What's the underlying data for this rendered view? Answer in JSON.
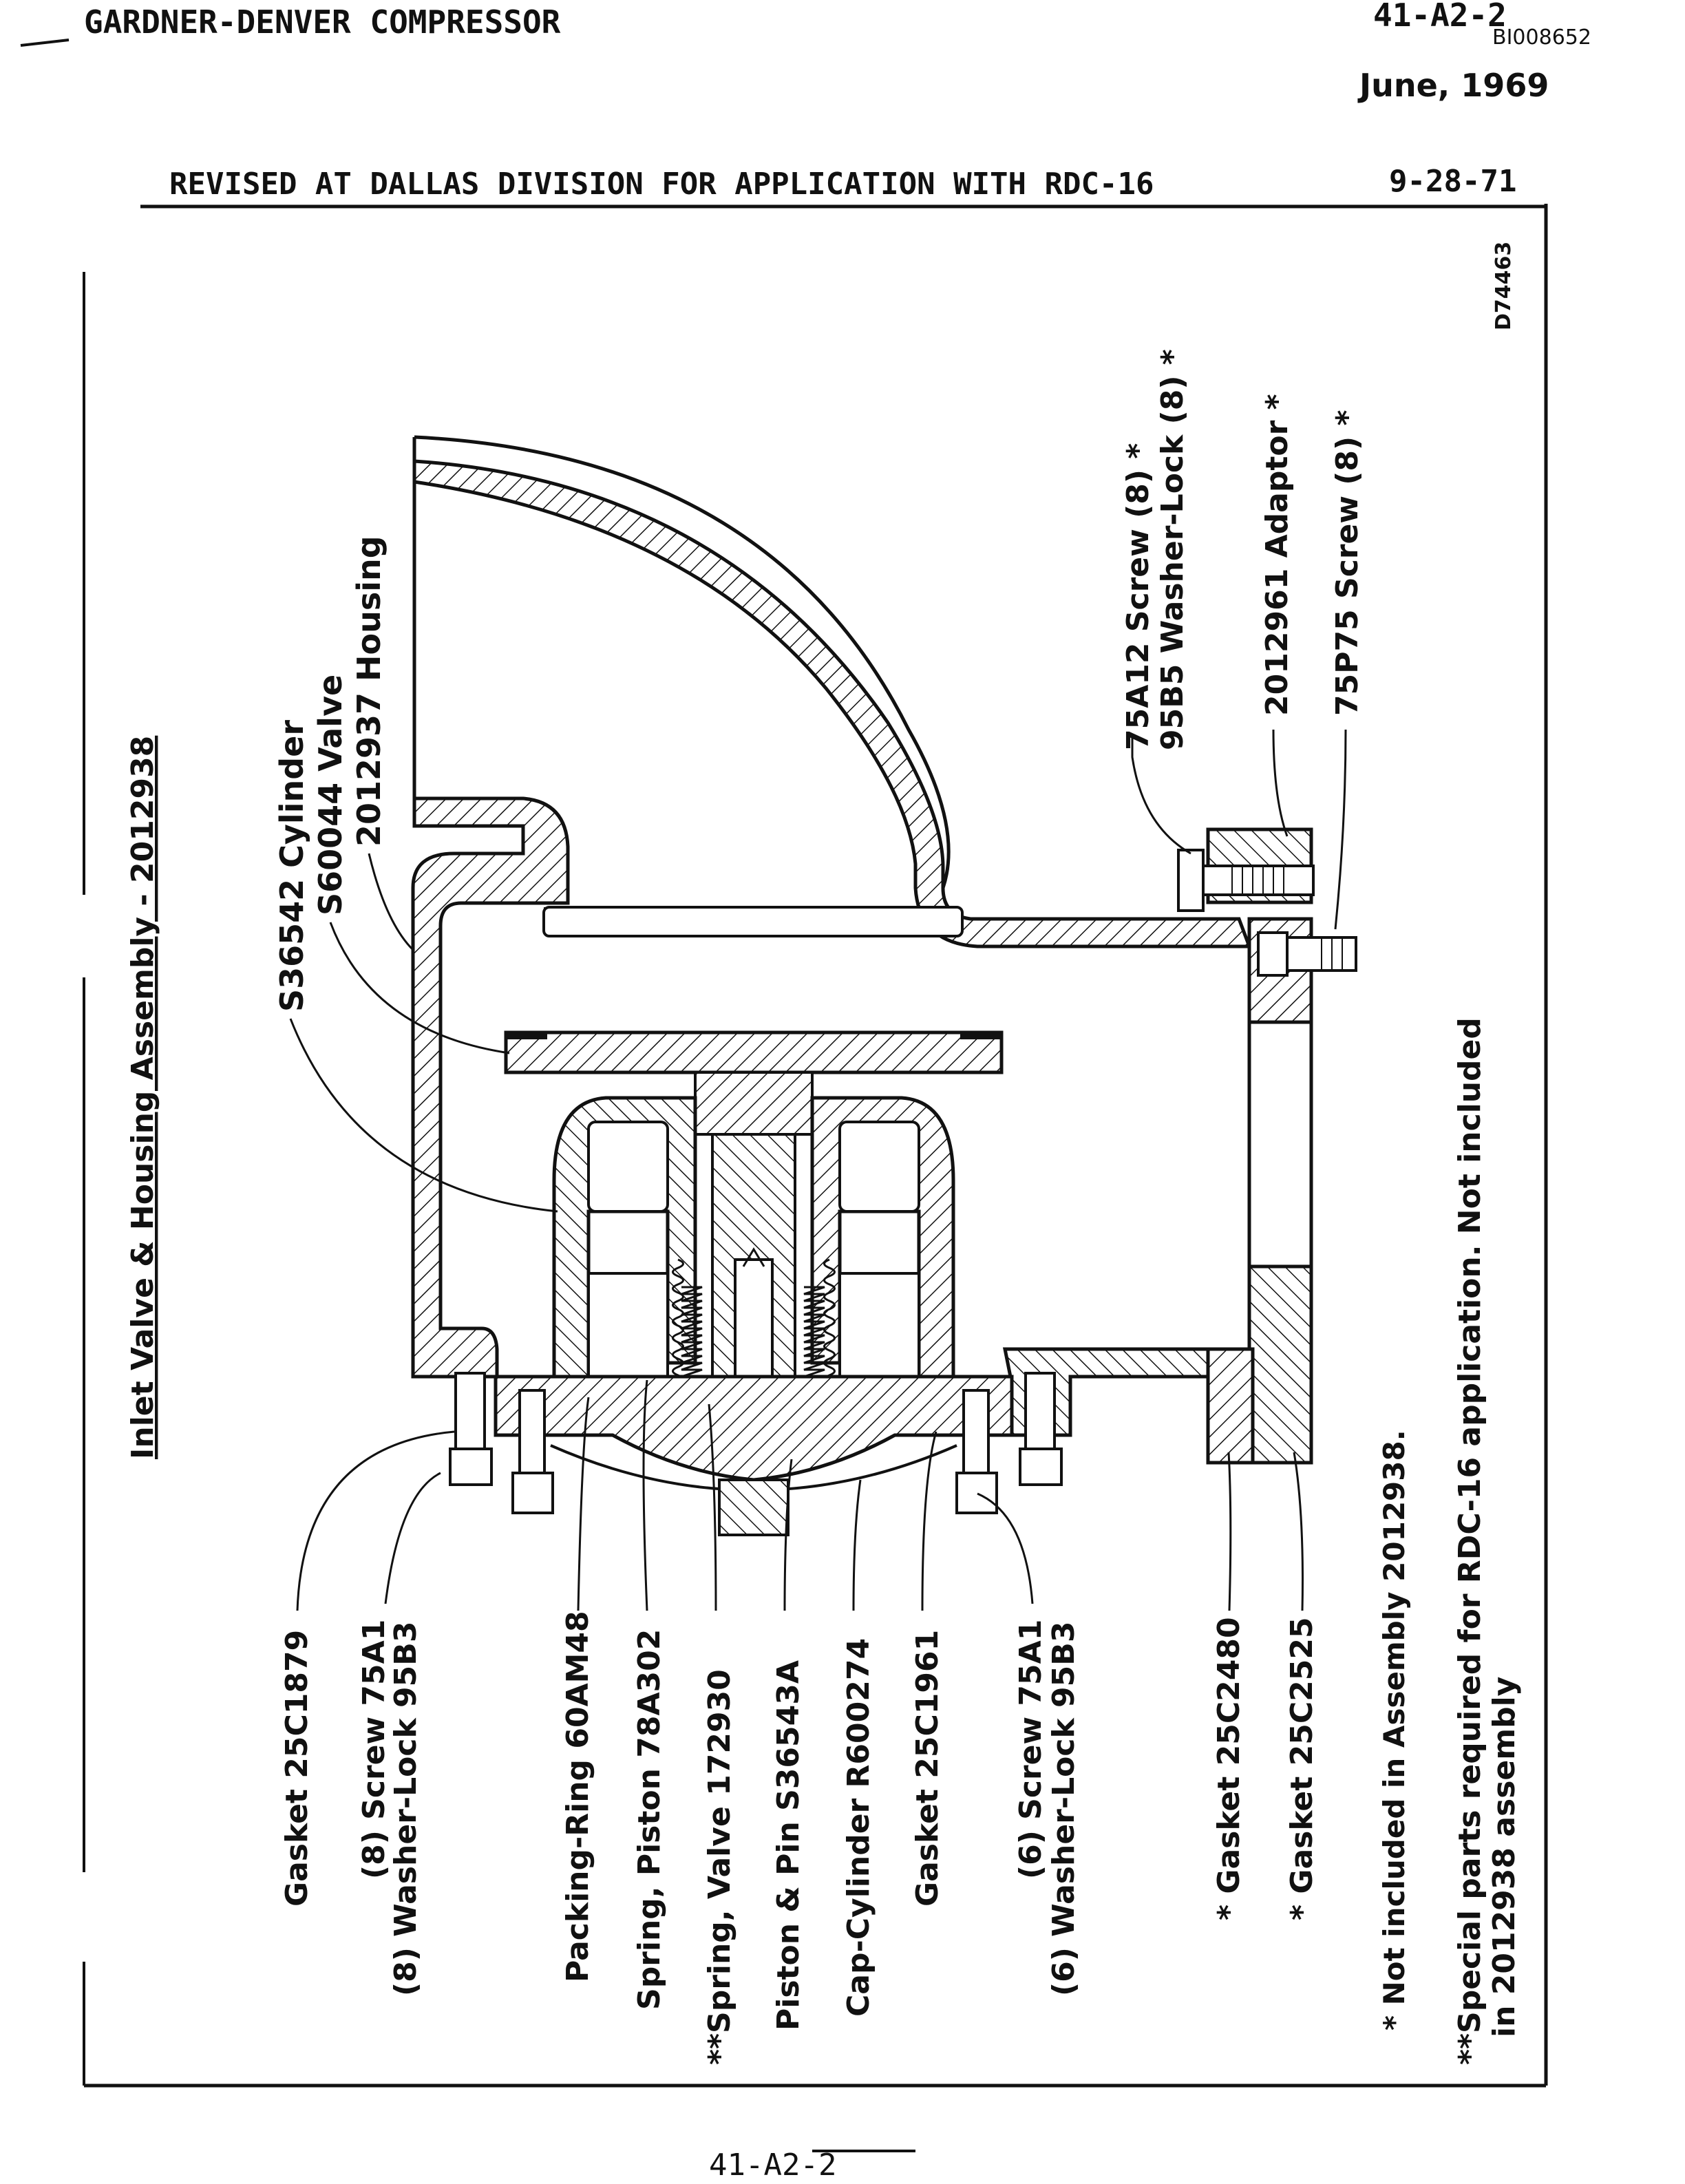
{
  "header": {
    "company": "GARDNER-DENVER COMPRESSOR",
    "doc_number": "41-A2-2",
    "bates": "BI008652",
    "date": "June, 1969",
    "revision_note": "REVISED AT DALLAS DIVISION FOR APPLICATION WITH RDC-16",
    "revision_date": "9-28-71"
  },
  "drawing": {
    "drawing_id": "D74463",
    "title": "Inlet Valve & Housing Assembly - 2012938"
  },
  "callouts_top": [
    "S36542 Cylinder",
    "S60044 Valve",
    "2012937 Housing"
  ],
  "callouts_right": [
    "75A12 Screw (8) *",
    "95B5 Washer-Lock (8) *",
    "2012961 Adaptor *",
    "75P75 Screw (8) *"
  ],
  "parts_list": [
    "Gasket 25C1879",
    "(8) Screw 75A1",
    "(8) Washer-Lock 95B3",
    "Packing-Ring 60AM48",
    "Spring, Piston 78A302",
    "**Spring, Valve 172930",
    "Piston & Pin S36543A",
    "Cap-Cylinder R600274",
    "Gasket 25C1961",
    "(6) Screw 75A1",
    "(6) Washer-Lock 95B3",
    "* Gasket 25C2480",
    "* Gasket 25C2525"
  ],
  "notes": [
    "* Not included in Assembly 2012938.",
    "**Special parts required for RDC-16 application. Not included",
    "in 2012938 assembly"
  ],
  "footer": {
    "page_number": "41-A2-2"
  }
}
